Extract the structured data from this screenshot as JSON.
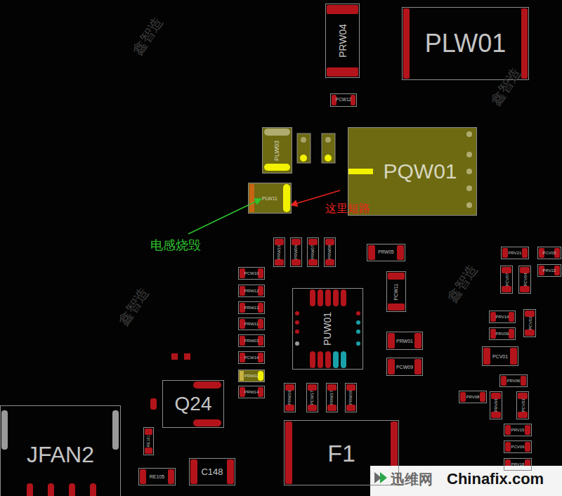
{
  "diagram": {
    "nodes": [
      {
        "text": [
          "PRW04"
        ]
      },
      {
        "text": [
          "PLW01"
        ]
      },
      {
        "text": [
          "PCW12"
        ]
      },
      {
        "text": [
          "PLW03"
        ]
      },
      {
        "text": [
          "PQW01"
        ]
      },
      {
        "text": [
          "PLW11"
        ]
      },
      {
        "text": [
          "PRW16"
        ]
      },
      {
        "text": [
          "PRW06"
        ]
      },
      {
        "text": [
          "PRW07"
        ]
      },
      {
        "text": [
          "PRW08"
        ]
      },
      {
        "text": [
          "PRW05"
        ]
      },
      {
        "text": [
          "PRV21"
        ]
      },
      {
        "text": [
          "PCV05"
        ]
      },
      {
        "text": [
          "PRV22"
        ]
      },
      {
        "text": [
          "PCW10"
        ]
      },
      {
        "text": [
          "PCV07"
        ]
      },
      {
        "text": [
          "PCV04"
        ]
      },
      {
        "text": [
          "PCW11"
        ]
      },
      {
        "text": [
          "PRW12"
        ]
      },
      {
        "text": [
          "PUW01"
        ]
      },
      {
        "text": [
          "PRW13"
        ]
      },
      {
        "text": [
          "PRV14"
        ]
      },
      {
        "text": [
          "PCV02"
        ]
      },
      {
        "text": [
          "PRW11"
        ]
      },
      {
        "text": [
          "PRV09"
        ]
      },
      {
        "text": [
          "PRW03"
        ]
      },
      {
        "text": [
          "PRW01"
        ]
      },
      {
        "text": [
          "PCV01"
        ]
      },
      {
        "text": [
          "PCW14"
        ]
      },
      {
        "text": [
          "PCW09"
        ]
      },
      {
        "text": [
          "PRW02"
        ]
      },
      {
        "text": [
          "PRV06"
        ]
      },
      {
        "text": [
          "Q24"
        ]
      },
      {
        "text": [
          "PRW14"
        ]
      },
      {
        "text": [
          "PRW19"
        ]
      },
      {
        "text": [
          "PCW17"
        ]
      },
      {
        "text": [
          "PRW17"
        ]
      },
      {
        "text": [
          "PRW18"
        ]
      },
      {
        "text": [
          "PRV08"
        ]
      },
      {
        "text": [
          "PRV04"
        ]
      },
      {
        "text": [
          "PCV03"
        ]
      },
      {
        "text": [
          "JFAN2"
        ]
      },
      {
        "text": [
          "F1"
        ]
      },
      {
        "text": [
          "RE101"
        ]
      },
      {
        "text": [
          "PRV15"
        ]
      },
      {
        "text": [
          "PCV06"
        ]
      },
      {
        "text": [
          "C148"
        ]
      },
      {
        "text": [
          "RE105"
        ]
      },
      {
        "text": [
          "PRV18"
        ]
      }
    ],
    "labels": [
      "这里短路",
      "电感烧毁",
      "鑫智造",
      "鑫智造",
      "鑫智造",
      "鑫智造",
      "迅维网",
      "Chinafix.com"
    ]
  }
}
